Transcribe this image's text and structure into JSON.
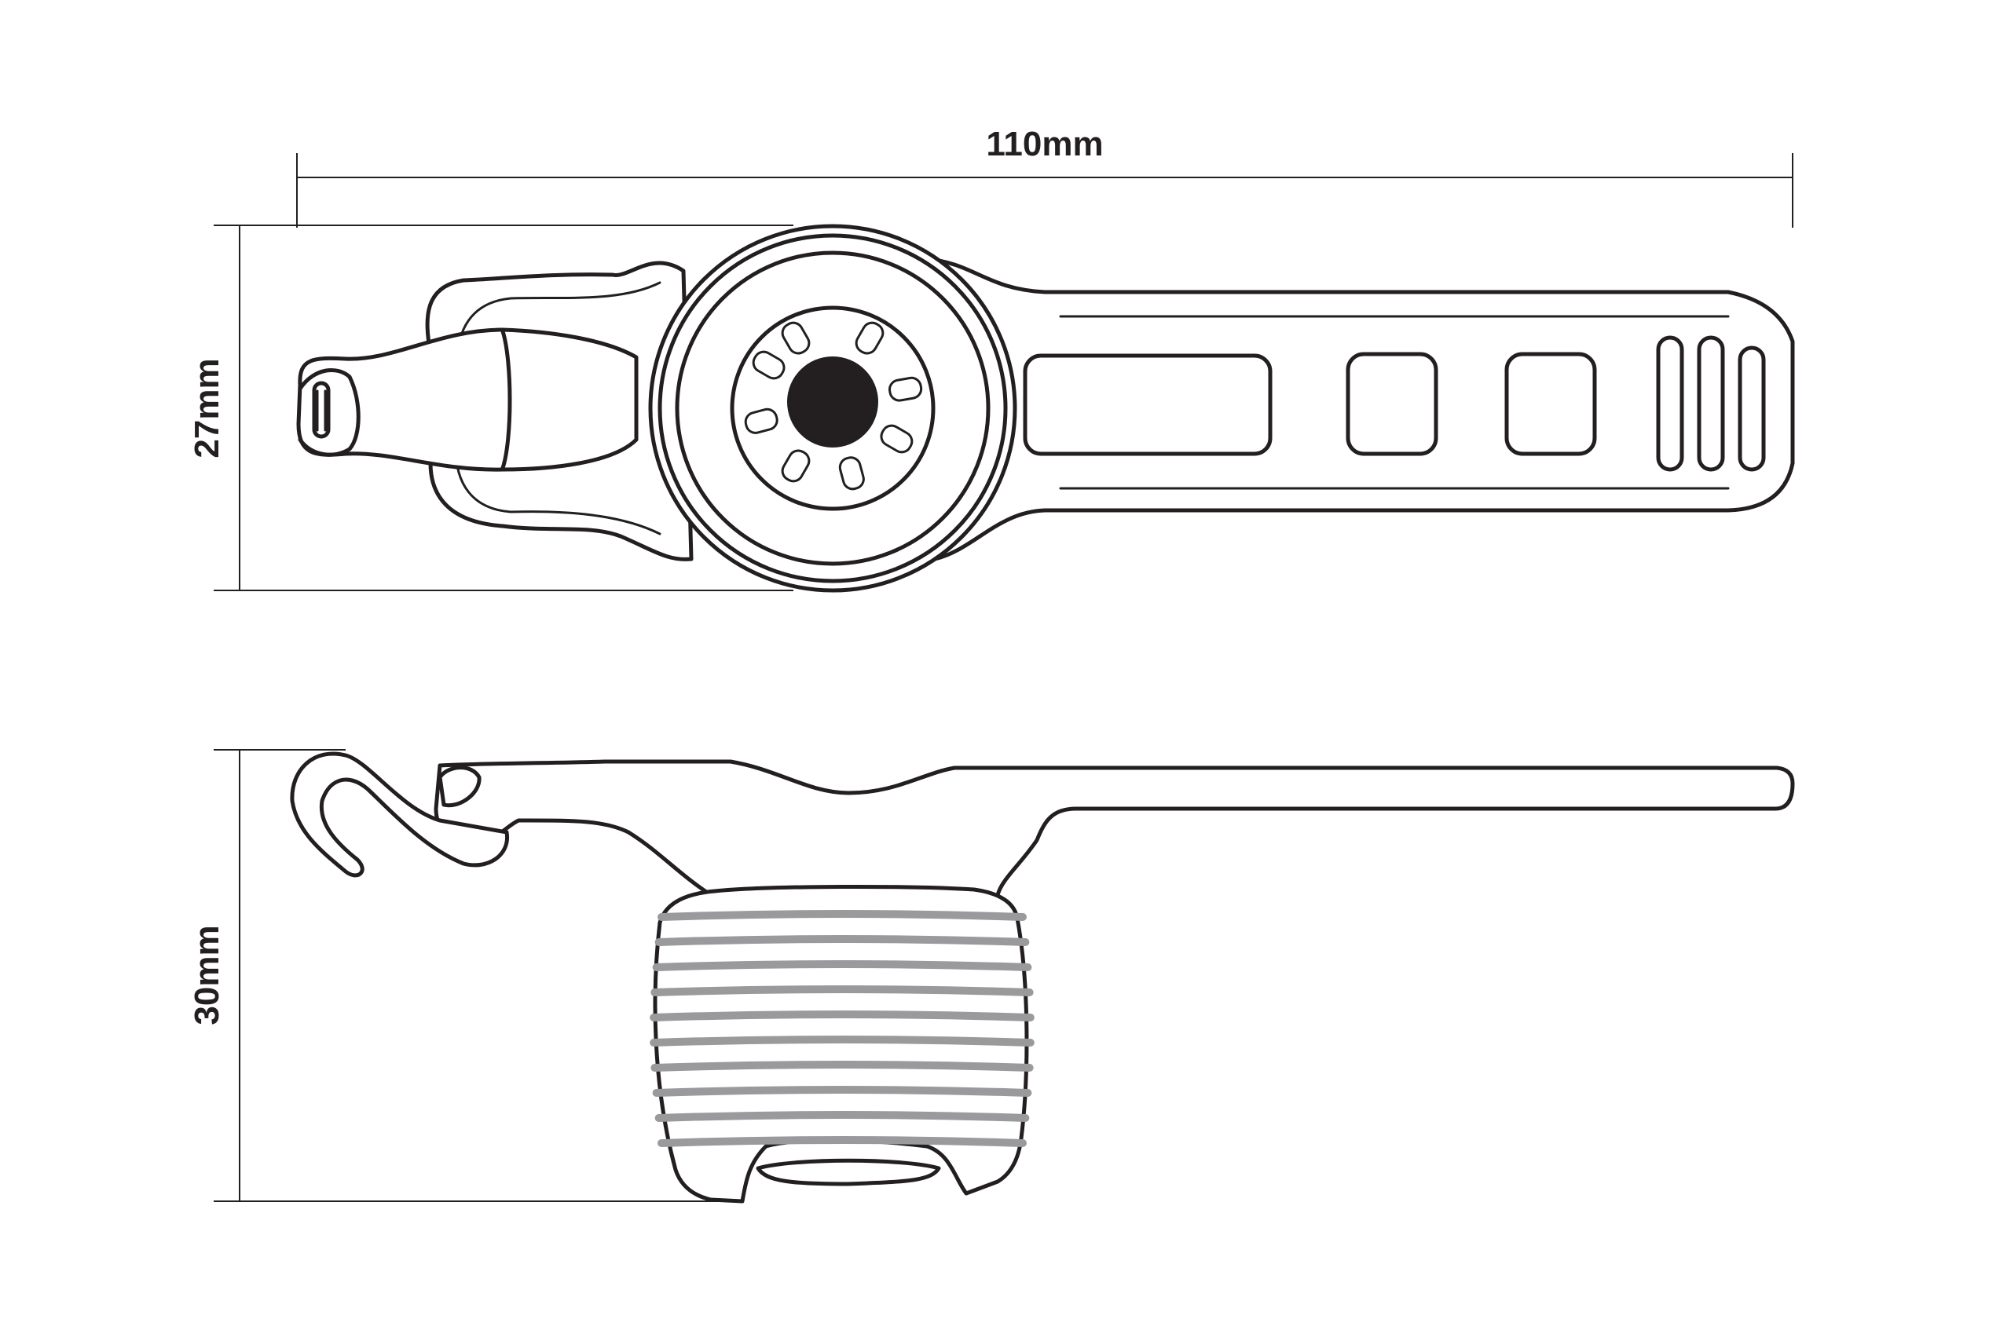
{
  "dimensions": {
    "length": "110mm",
    "width": "27mm",
    "height": "30mm"
  },
  "colors": {
    "outline": "#231f20",
    "ribs": "#9a9a9c",
    "background": "#ffffff"
  }
}
